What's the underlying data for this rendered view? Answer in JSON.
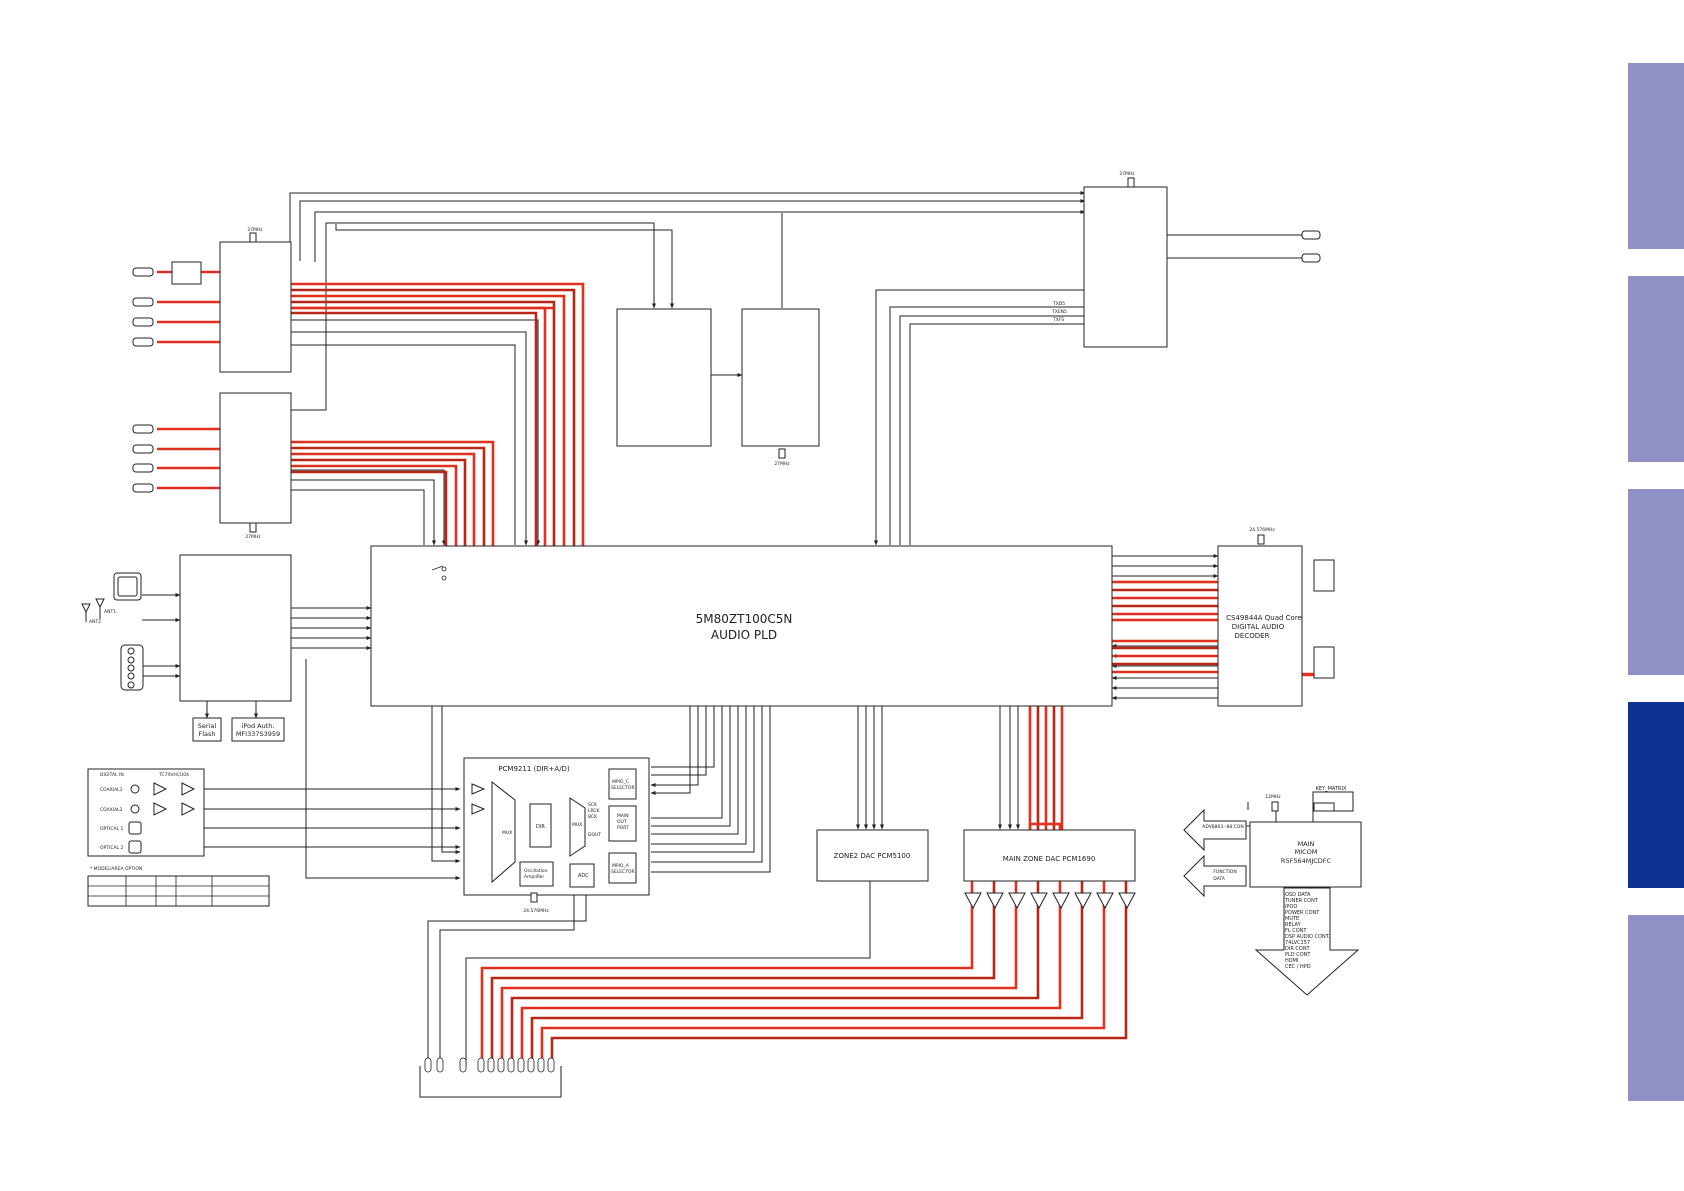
{
  "labels": {
    "pld_title": "5M80ZT100C5N",
    "pld_subtitle": "AUDIO PLD",
    "dsp_l1": "CS49844A Quad Core",
    "dsp_l2": "DIGITAL AUDIO",
    "dsp_l3": "DECODER",
    "pcm9211": "PCM9211 (DIR+A/D)",
    "mux": "MUX",
    "dir": "DIR",
    "mux2": "MUX",
    "adc": "ADC",
    "osc_l1": "Oscillation",
    "osc_l2": "Amplifier",
    "mpio_c_l1": "MPIO_C",
    "mpio_c_l2": "SELECTOR",
    "mpio_a_l1": "MPIO_A",
    "mpio_a_l2": "SELECTOR",
    "sck_l1": "SCK",
    "sck_l2": "LRCK",
    "sck_l3": "BCK",
    "main_out_l1": "MAIN",
    "main_out_l2": "OUT",
    "main_out_l3": "PORT",
    "dout": "DOUT",
    "zone2_dac": "ZONE2 DAC PCM5100",
    "main_zone_dac": "MAIN ZONE DAC PCM1690",
    "serial_flash_l1": "Serial",
    "serial_flash_l2": "Flash",
    "ipod_auth_l1": "iPod Auth.",
    "ipod_auth_l2": "MFI337S3959",
    "main_micom_l1": "MAIN",
    "main_micom_l2": "MICOM",
    "main_micom_l3": "R5F564MJCDFC",
    "key_matrix": "KEY_MATRIX",
    "adv_con": "ADV8863--88 CON",
    "function_l1": "FUNCTION",
    "function_l2": "DATA",
    "digital_in": "DIGITAL IN",
    "tc74": "TC74VHCU04",
    "coaxial1": "COAXIAL1",
    "coaxial2": "COAXIAL2",
    "optical1": "OPTICAL 1",
    "optical2": "OPTICAL 2",
    "model_option": "* MODEL/AREA OPTION",
    "ant1": "ANT1",
    "ant2": "ANT2",
    "txd": "TXD5",
    "txen": "TXEN5",
    "txfs": "TXFS"
  },
  "freqs": {
    "hdmi1_xtal": "27MHz",
    "hdmi2_xtal": "27MHz",
    "mid_xtal": "27MHz",
    "top_xtal": "27MHz",
    "dsp_xtal": "24.576MHz",
    "pcm_xtal": "24.576MHz",
    "micom_xtal": "12MHz"
  },
  "micom_signals": [
    "OSD DATA",
    "TUNER CONT",
    "iPOD",
    "POWER CONT",
    "MUTE",
    "RELAY",
    "FL CONT",
    "DSP AUDIO CONT.",
    "74LVC157",
    "DIR CONT",
    "PLD CONT",
    "HDMI",
    "CEC / HPD"
  ],
  "colors": {
    "signal_red": "#e0301e",
    "line_dark": "#222222",
    "tab_light": "#9090c4",
    "tab_dark": "#0c3190"
  },
  "side_tabs": [
    "light",
    "light",
    "light",
    "dark",
    "light"
  ]
}
